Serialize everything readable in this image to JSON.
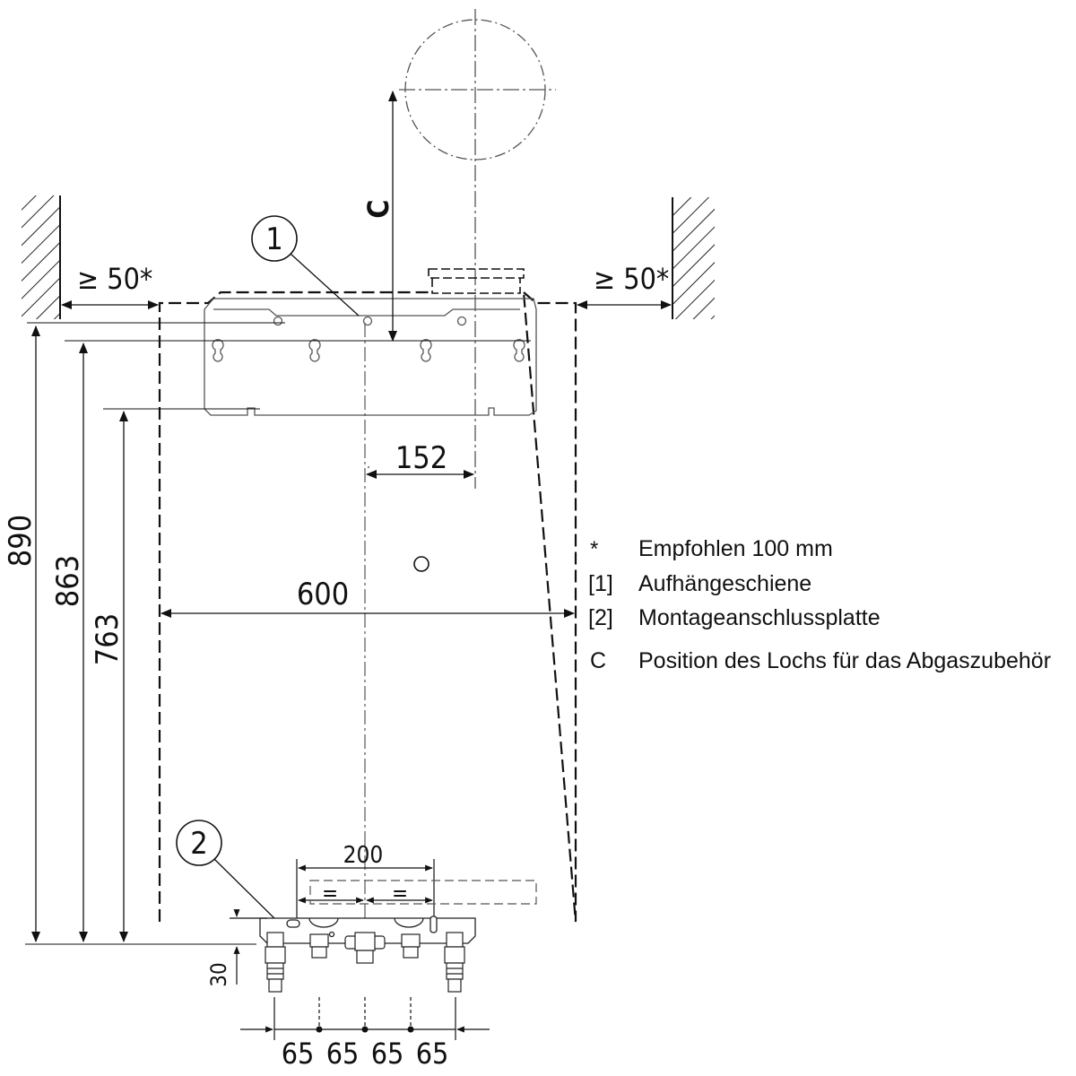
{
  "dimensions": {
    "wall_left": "≥ 50*",
    "wall_right": "≥ 50*",
    "offset_flue": "152",
    "width": "600",
    "height_total": "890",
    "height_rail": "863",
    "height_lower": "763",
    "plate_width": "200",
    "equal_left": "=",
    "equal_right": "=",
    "bottom_gap": "30",
    "spacing": [
      "65",
      "65",
      "65",
      "65"
    ],
    "flue_label": "C"
  },
  "callouts": {
    "one": "1",
    "two": "2"
  },
  "legend": [
    {
      "key": "*",
      "text": "Empfohlen 100 mm"
    },
    {
      "key": "[1]",
      "text": "Aufhängeschiene"
    },
    {
      "key": "[2]",
      "text": "Montageanschlussplatte"
    },
    {
      "key": "C",
      "text": "Position des Lochs für das Abgaszubehör"
    }
  ]
}
